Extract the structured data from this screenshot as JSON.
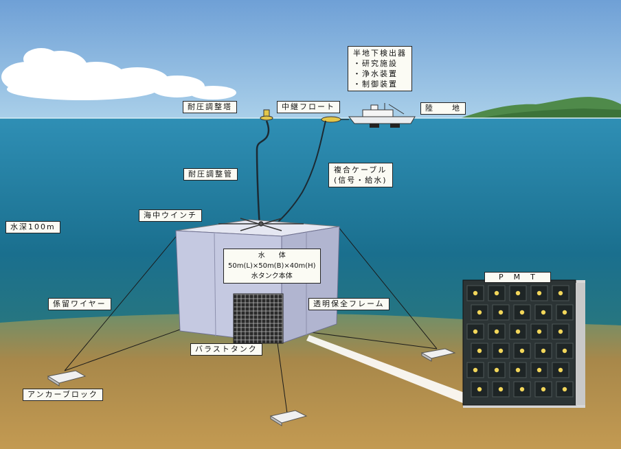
{
  "labels": {
    "control_tower": "耐圧調整塔",
    "relay_float": "中継フロート",
    "land": "陸　　地",
    "control_pipe": "耐圧調整管",
    "composite_cable": "複合ケーブル",
    "composite_cable_sub": "(信号・給水)",
    "winch": "海中ウインチ",
    "depth": "水深100m",
    "mooring_wire": "係留ワイヤー",
    "frame": "透明保全フレーム",
    "ballast_tank": "バラストタンク",
    "anchor_block": "アンカーブロック",
    "pmt": "P　M　T"
  },
  "shore_station": [
    "半地下検出器",
    "・研究施設",
    "・浄水装置",
    "・制御装置"
  ],
  "detector_panel": [
    "水　　体",
    "50m(L)×50m(B)×40m(H)",
    "水タンク本体"
  ],
  "colors": {
    "sky_top": "#6fa6d8",
    "sea": "#1b6f8f",
    "seabed": "#b88a3c",
    "detector": "#c9cde6",
    "pmt_tube": "#f2d65a"
  }
}
